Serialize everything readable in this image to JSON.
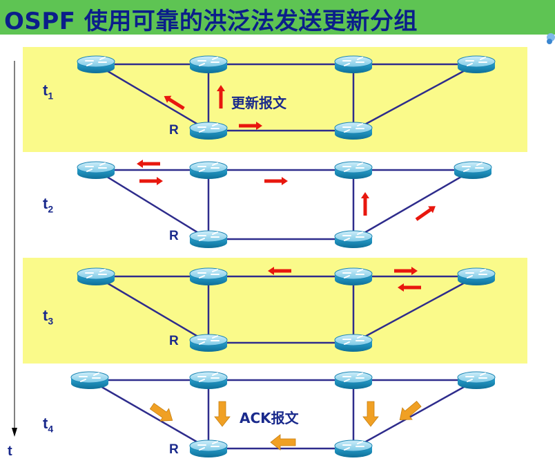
{
  "title": "OSPF 使用可靠的洪泛法发送更新分组",
  "stages": [
    {
      "label": "t",
      "sub": "1",
      "router_label": "R",
      "note": "更新报文"
    },
    {
      "label": "t",
      "sub": "2",
      "router_label": "R"
    },
    {
      "label": "t",
      "sub": "3",
      "router_label": "R"
    },
    {
      "label": "t",
      "sub": "4",
      "router_label": "R",
      "note": "ACK报文"
    }
  ],
  "time_axis_label": "t",
  "colors": {
    "title_bg": "#5ec453",
    "title_text": "#0b1e8a",
    "panel_bg": "#fafa8a",
    "link": "#2e2c8c",
    "router_top": "#9ad6ec",
    "router_body": "#1f98c6",
    "update_arrow": "#e8170e",
    "ack_arrow": "#f0a024",
    "label_text": "#1a2a8c"
  },
  "icons": {
    "router": "router-icon",
    "update_arrow": "red-arrow-icon",
    "ack_arrow": "orange-arrow-icon"
  }
}
